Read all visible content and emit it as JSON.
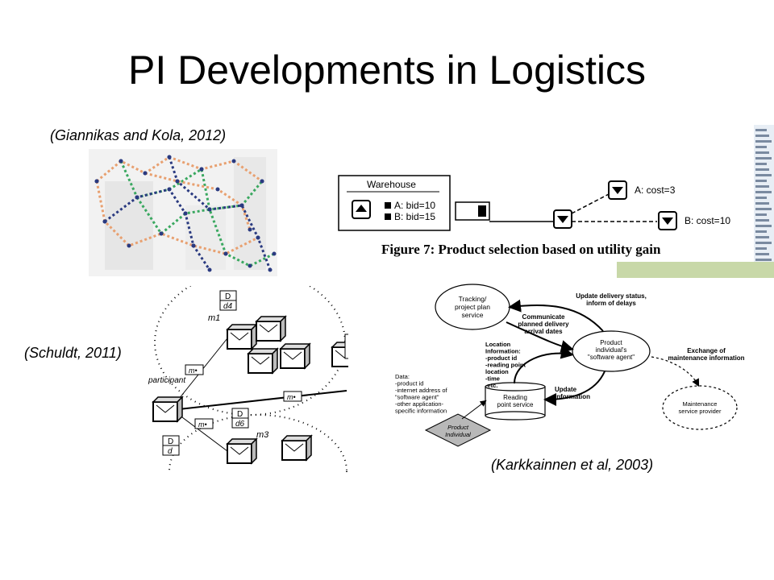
{
  "slide": {
    "title": "PI Developments in Logistics"
  },
  "citations": {
    "giannikas": "(Giannikas and Kola, 2012)",
    "schuldt": "(Schuldt, 2011)",
    "karkkainnen": "(Karkkainnen et al, 2003)"
  },
  "figure7": {
    "warehouse": "Warehouse",
    "a_bid": "A: bid=10",
    "b_bid": "B: bid=15",
    "a_cost": "A: cost=3",
    "b_cost": "B: cost=10",
    "caption": "Figure 7: Product selection based on utility gain"
  },
  "schuldt_diagram": {
    "d_label": "D",
    "d4": "d4",
    "d6": "d6",
    "d": "d",
    "m1": "m1",
    "m3": "m3",
    "mx": "m•",
    "participant": "participant"
  },
  "karkkainnen_diagram": {
    "tracking": [
      "Tracking/",
      "project plan",
      "service"
    ],
    "update_status": [
      "Update delivery status,",
      "inform of delays"
    ],
    "communicate": [
      "Communicate",
      "planned delivery",
      "arrival dates"
    ],
    "location_info": [
      "Location",
      "Information:",
      "-product id",
      "-reading point",
      " location",
      "-time",
      "-etc."
    ],
    "product_agent": [
      "Product",
      "individual's",
      "\"software agent\""
    ],
    "exchange": [
      "Exchange of",
      "maintenance information"
    ],
    "data": [
      "Data:",
      "-product id",
      "-internet address of",
      " \"software agent\"",
      "-other application-",
      " specific information"
    ],
    "reading_point": [
      "Reading",
      "point service"
    ],
    "update_info": [
      "Update",
      "information"
    ],
    "maintenance": [
      "Maintenance",
      "service provider"
    ],
    "product_individual": [
      "Product",
      "Individual"
    ]
  },
  "colors": {
    "orange_node": "#e8a070",
    "green_node": "#3aa860",
    "blue_node": "#2a3a80"
  }
}
